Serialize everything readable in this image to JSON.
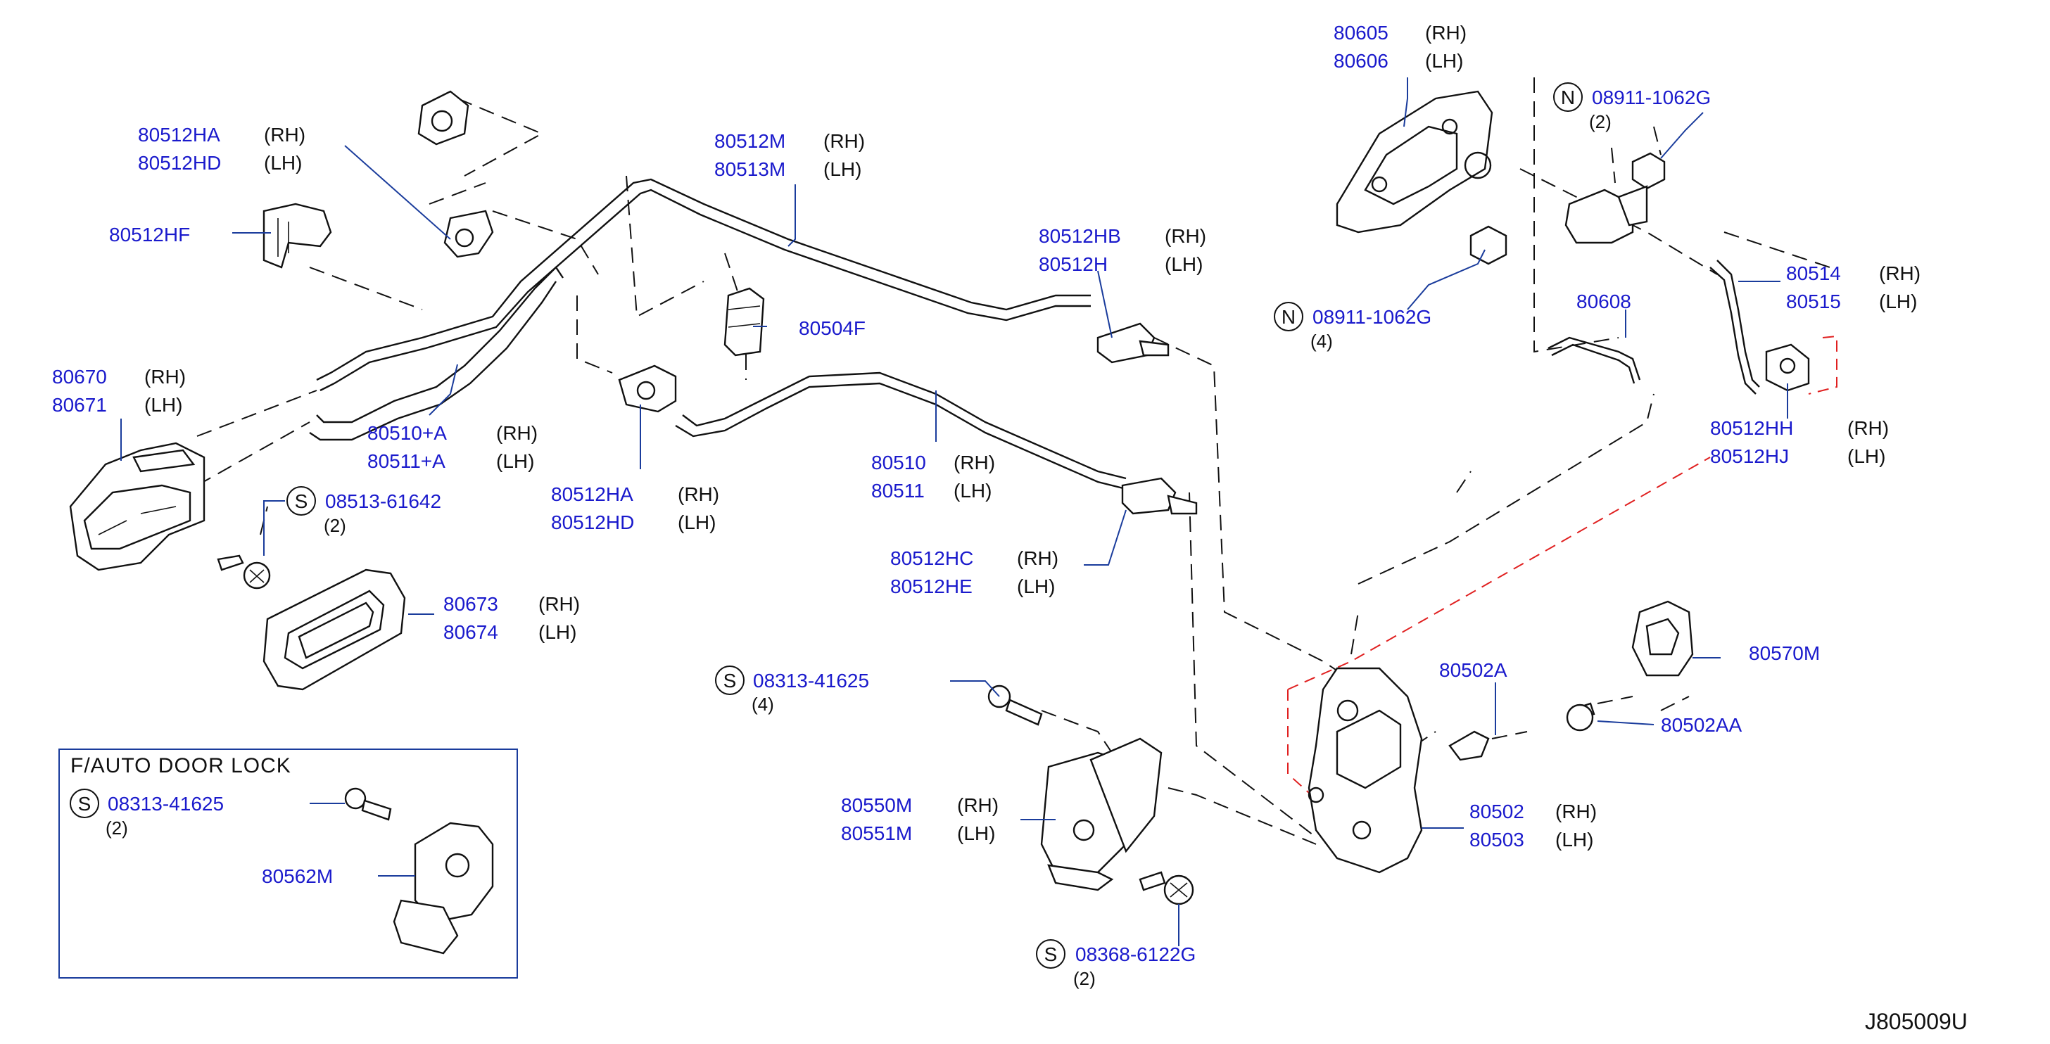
{
  "diagram_code": "J805009U",
  "inset": {
    "title": "F/AUTO   DOOR   LOCK"
  },
  "labels": {
    "l80512HA_top": {
      "part": "80512HA",
      "side": "(RH)"
    },
    "l80512HD_top": {
      "part": "80512HD",
      "side": "(LH)"
    },
    "l80512HF": {
      "part": "80512HF"
    },
    "l80512M": {
      "part": "80512M",
      "side": "(RH)"
    },
    "l80513M": {
      "part": "80513M",
      "side": "(LH)"
    },
    "l80512HB": {
      "part": "80512HB",
      "side": "(RH)"
    },
    "l80512H": {
      "part": "80512H",
      "side": "(LH)"
    },
    "l80504F": {
      "part": "80504F"
    },
    "l80670": {
      "part": "80670",
      "side": "(RH)"
    },
    "l80671": {
      "part": "80671",
      "side": "(LH)"
    },
    "l80510A": {
      "part": "80510+A",
      "side": "(RH)"
    },
    "l80511A": {
      "part": "80511+A",
      "side": "(LH)"
    },
    "l80512HA_mid": {
      "part": "80512HA",
      "side": "(RH)"
    },
    "l80512HD_mid": {
      "part": "80512HD",
      "side": "(LH)"
    },
    "l80510": {
      "part": "80510",
      "side": "(RH)"
    },
    "l80511": {
      "part": "80511",
      "side": "(LH)"
    },
    "l80512HC": {
      "part": "80512HC",
      "side": "(RH)"
    },
    "l80512HE": {
      "part": "80512HE",
      "side": "(LH)"
    },
    "l08513": {
      "symbol": "S",
      "part": "08513-61642",
      "qty": "(2)"
    },
    "l80673": {
      "part": "80673",
      "side": "(RH)"
    },
    "l80674": {
      "part": "80674",
      "side": "(LH)"
    },
    "l08313_mid": {
      "symbol": "S",
      "part": "08313-41625",
      "qty": "(4)"
    },
    "l08313_inset": {
      "symbol": "S",
      "part": "08313-41625",
      "qty": "(2)"
    },
    "l80562M": {
      "part": "80562M"
    },
    "l80550M": {
      "part": "80550M",
      "side": "(RH)"
    },
    "l80551M": {
      "part": "80551M",
      "side": "(LH)"
    },
    "l08368": {
      "symbol": "S",
      "part": "08368-6122G",
      "qty": "(2)"
    },
    "l80605": {
      "part": "80605",
      "side": "(RH)"
    },
    "l80606": {
      "part": "80606",
      "side": "(LH)"
    },
    "l08911_top": {
      "symbol": "N",
      "part": "08911-1062G",
      "qty": "(2)"
    },
    "l08911_mid": {
      "symbol": "N",
      "part": "08911-1062G",
      "qty": "(4)"
    },
    "l80608": {
      "part": "80608"
    },
    "l80514": {
      "part": "80514",
      "side": "(RH)"
    },
    "l80515": {
      "part": "80515",
      "side": "(LH)"
    },
    "l80512HH": {
      "part": "80512HH",
      "side": "(RH)"
    },
    "l80512HJ": {
      "part": "80512HJ",
      "side": "(LH)"
    },
    "l80502A": {
      "part": "80502A"
    },
    "l80570M": {
      "part": "80570M"
    },
    "l80502AA": {
      "part": "80502AA"
    },
    "l80502": {
      "part": "80502",
      "side": "(RH)"
    },
    "l80503": {
      "part": "80503",
      "side": "(LH)"
    }
  },
  "colors": {
    "part_number": "#1a1acc",
    "leader_line": "#1a3c9c",
    "red_dashed": "#e02020",
    "line_art": "#111111"
  }
}
